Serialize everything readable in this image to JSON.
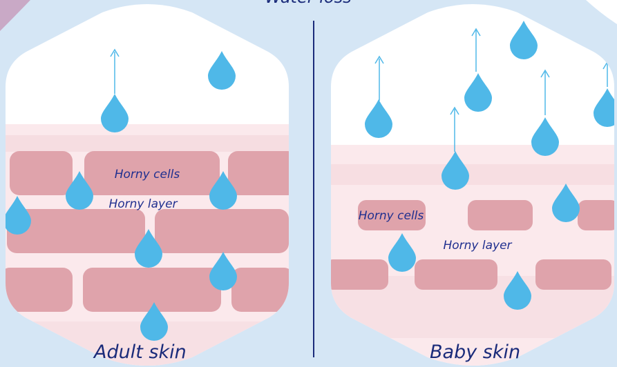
{
  "top_text": "Water loss",
  "adult": {
    "caption": "Adult skin",
    "cells_label": "Horny cells",
    "layer_label": "Horny layer"
  },
  "baby": {
    "caption": "Baby skin",
    "cells_label": "Horny cells",
    "layer_label": "Horny layer"
  },
  "colors": {
    "background": "#d5e6f5",
    "hex_fill": "#ffffff",
    "skin": "#fbe9ec",
    "cell": "#dfa3ab",
    "droplet": "#4fb8e8",
    "text": "#1f2f8f",
    "divider": "#1a2b7a"
  }
}
